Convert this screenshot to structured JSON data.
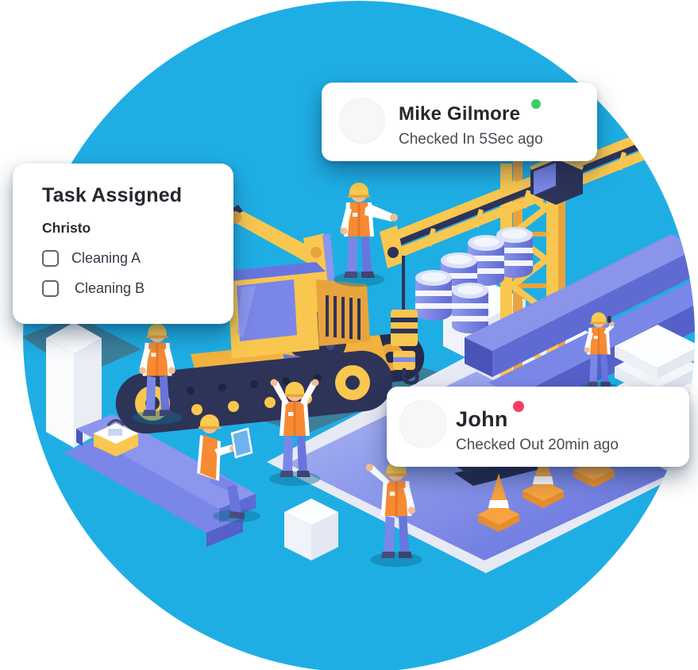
{
  "page": {
    "background": "#FFFFFF"
  },
  "hero_circle": {
    "color": "#1FAEE4"
  },
  "cards": {
    "task_assigned": {
      "title": "Task Assigned",
      "assignee": "Christo",
      "checklist": [
        {
          "label": "Cleaning A",
          "checked": false
        },
        {
          "label": "Cleaning B",
          "checked": false
        }
      ]
    },
    "mike": {
      "name": "Mike Gilmore",
      "status_text": "Checked In 5Sec ago",
      "presence": "checked-in",
      "dot_color": "#35CF63"
    },
    "john": {
      "name": "John",
      "status_text": "Checked Out 20min ago",
      "presence": "checked-out",
      "dot_color": "#F63E62"
    }
  },
  "illustration": {
    "description": "Isometric construction site inside blue circle",
    "elements": [
      "excavator",
      "tower-crane",
      "crane-hook",
      "blue-barrels",
      "steel-beams",
      "white-boxes",
      "storage-pillar",
      "white-sheet-stack",
      "traffic-cones",
      "excavation-pit",
      "toolbox",
      "construction-workers"
    ],
    "worker_count": 6,
    "palette": {
      "ground_blue": "#1FAEE4",
      "ground_shadow_teal": "#3B7F9B",
      "machine_yellow": "#F9C74F",
      "machine_yellow_dark": "#E8A43C",
      "navy": "#2E3358",
      "periwinkle": "#6B77DF",
      "periwinkle_light": "#8C96EC",
      "vest_orange": "#F68B33",
      "skin": "#F3BE94",
      "box_white": "#F7F9FC"
    }
  }
}
